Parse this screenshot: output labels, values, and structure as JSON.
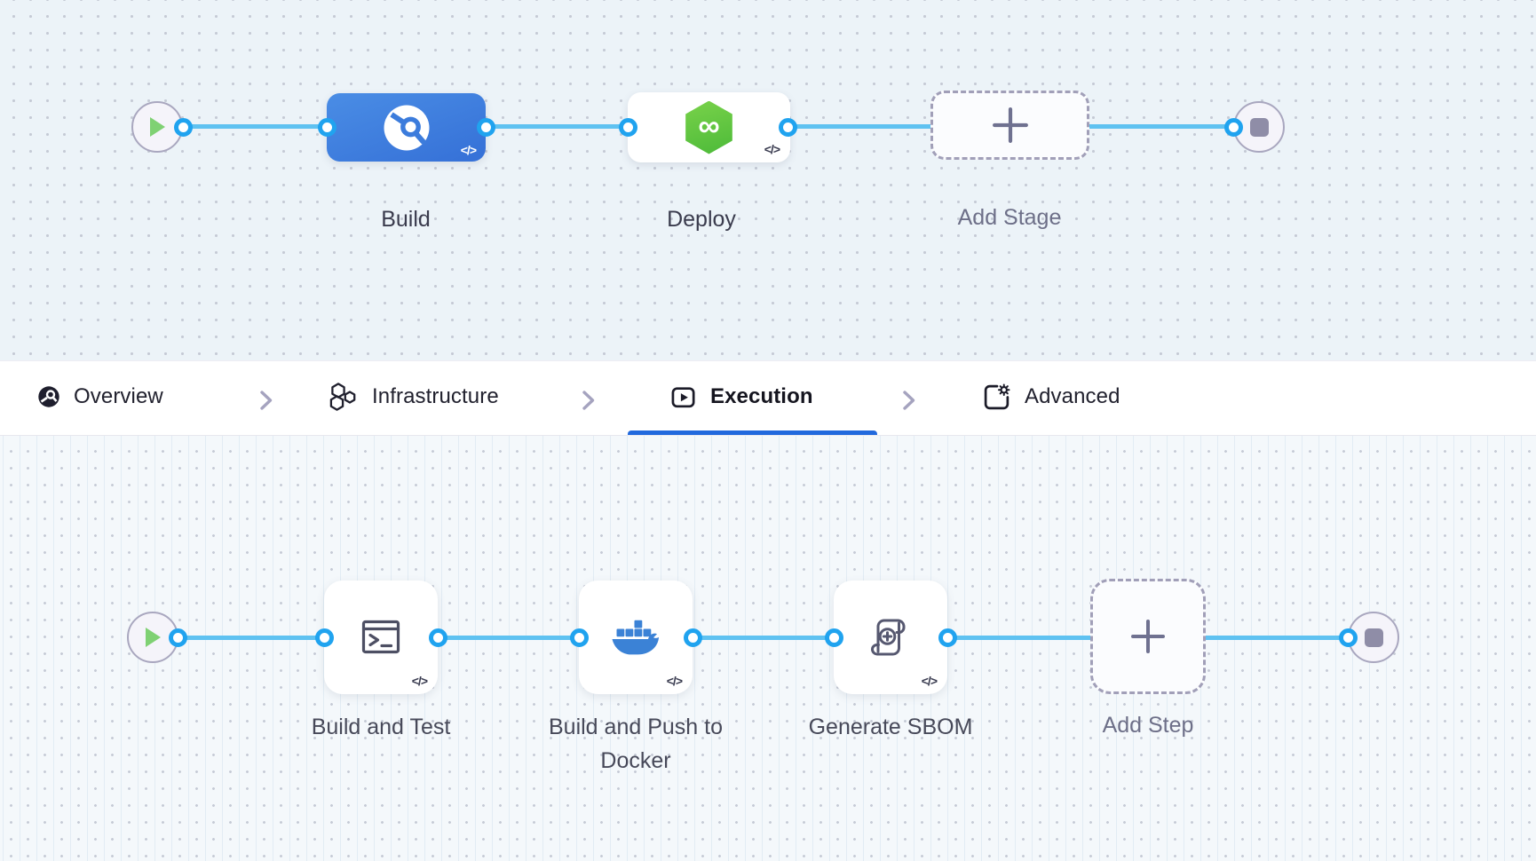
{
  "stage_graph": {
    "stages": [
      {
        "name": "Build",
        "type": "ci",
        "code_badge": "</>"
      },
      {
        "name": "Deploy",
        "type": "cd",
        "code_badge": "</>"
      }
    ],
    "add_stage_label": "Add Stage"
  },
  "tab_bar": {
    "tabs": [
      {
        "label": "Overview",
        "active": false
      },
      {
        "label": "Infrastructure",
        "active": false
      },
      {
        "label": "Execution",
        "active": true
      },
      {
        "label": "Advanced",
        "active": false
      }
    ]
  },
  "step_graph": {
    "steps": [
      {
        "name": "Build and Test",
        "code_badge": "</>"
      },
      {
        "name": "Build and Push to Docker",
        "code_badge": "</>"
      },
      {
        "name": "Generate SBOM",
        "code_badge": "</>"
      }
    ],
    "add_step_label": "Add Step"
  },
  "icons": {
    "infinity_glyph": "∞"
  },
  "colors": {
    "accent_blue": "#2169dd",
    "connector_line": "#5fc2f1",
    "port_border": "#20a3ef",
    "stage_build_blue": "#3c7bdc",
    "harness_green": "#5fc745",
    "docker_blue": "#3b82d6"
  }
}
